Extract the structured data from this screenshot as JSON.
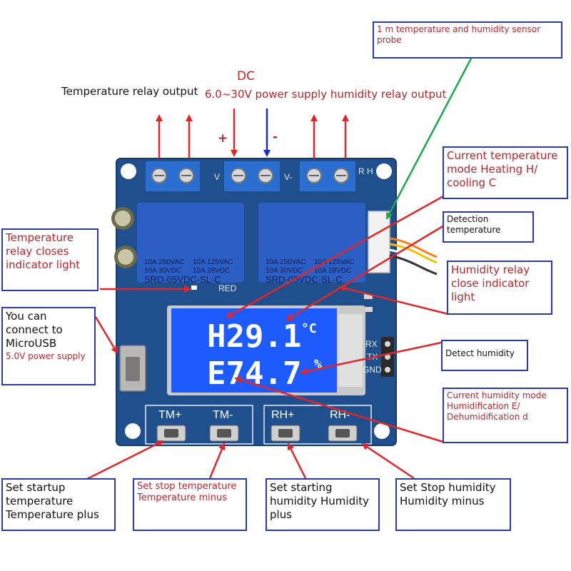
{
  "top_labels": {
    "temp_relay_output": "Temperature relay output",
    "dc_title": "DC",
    "dc_line": "6.0~30V power supply humidity relay output",
    "plus": "+",
    "minus": "-"
  },
  "sensor_probe": "1 m temperature and humidity sensor probe",
  "current_temp_mode": "Current temperature mode Heating H/ cooling C",
  "detection_temperature": "Detection temperature",
  "humidity_relay_indicator": "Humidity relay close indicator light",
  "detect_humidity": "Detect humidity",
  "current_humidity_mode": "Current humidity mode Humidification E/ Dehumidification d",
  "temp_relay_indicator": "Temperature relay closes indicator light",
  "microusb": {
    "main": "You can connect to MicroUSB",
    "sub": "5.0V power supply"
  },
  "bottom_labels": {
    "tm_plus": "Set startup temperature Temperature plus",
    "tm_minus": "Set stop temperature Temperature minus",
    "rh_plus": "Set starting humidity Humidity plus",
    "rh_minus": "Set Stop humidity Humidity minus"
  },
  "board": {
    "lcd_line1": "H29.1",
    "lcd_unit1": "°C",
    "lcd_line2": "E74.7",
    "lcd_unit2": "%",
    "btn_tm_plus": "TM+",
    "btn_tm_minus": "TM-",
    "btn_rh_plus": "RH+",
    "btn_rh_minus": "RH-",
    "relay_spec_1a": "10A 250VAC",
    "relay_spec_1b": "10A 125VAC",
    "relay_spec_2a": "10A 30VDC",
    "relay_spec_2b": "10A 28VDC",
    "relay_model": "SRD-05VDC-SL-C",
    "silk_red": "RED",
    "silk_v": "V",
    "silk_vminus": "V-",
    "silk_rh": "R H",
    "silk_rx": "RX",
    "silk_tx": "TX",
    "silk_gnd": "GND"
  },
  "colors": {
    "pcb": "#1f4f8c",
    "relay": "#2b5fc4",
    "terminal": "#2a6fd0",
    "lcd": "#1e5bff",
    "arrow_red": "#e0262b",
    "arrow_blue": "#1a2fb8",
    "arrow_green": "#1aa84a",
    "label_red": "#b5262b",
    "box_border": "#2a3aa6"
  }
}
